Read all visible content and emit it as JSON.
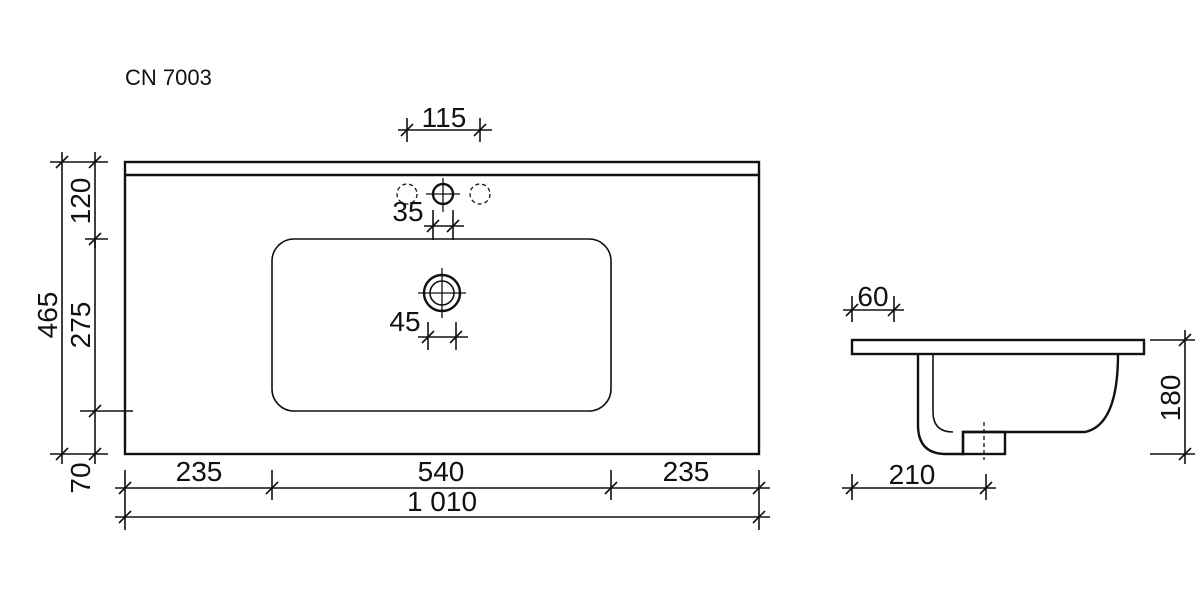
{
  "model": "CN 7003",
  "top_view": {
    "dims": {
      "tap_spacing": "115",
      "tap_hole": "35",
      "drain_hole": "45",
      "total_depth": "465",
      "back_edge_to_bowl": "120",
      "bowl_depth": "275",
      "bowl_to_front": "70",
      "left_margin": "235",
      "bowl_width": "540",
      "right_margin": "235",
      "total_width": "1 010"
    }
  },
  "side_view": {
    "dims": {
      "lip": "60",
      "height": "180",
      "bowl_reach": "210"
    }
  }
}
